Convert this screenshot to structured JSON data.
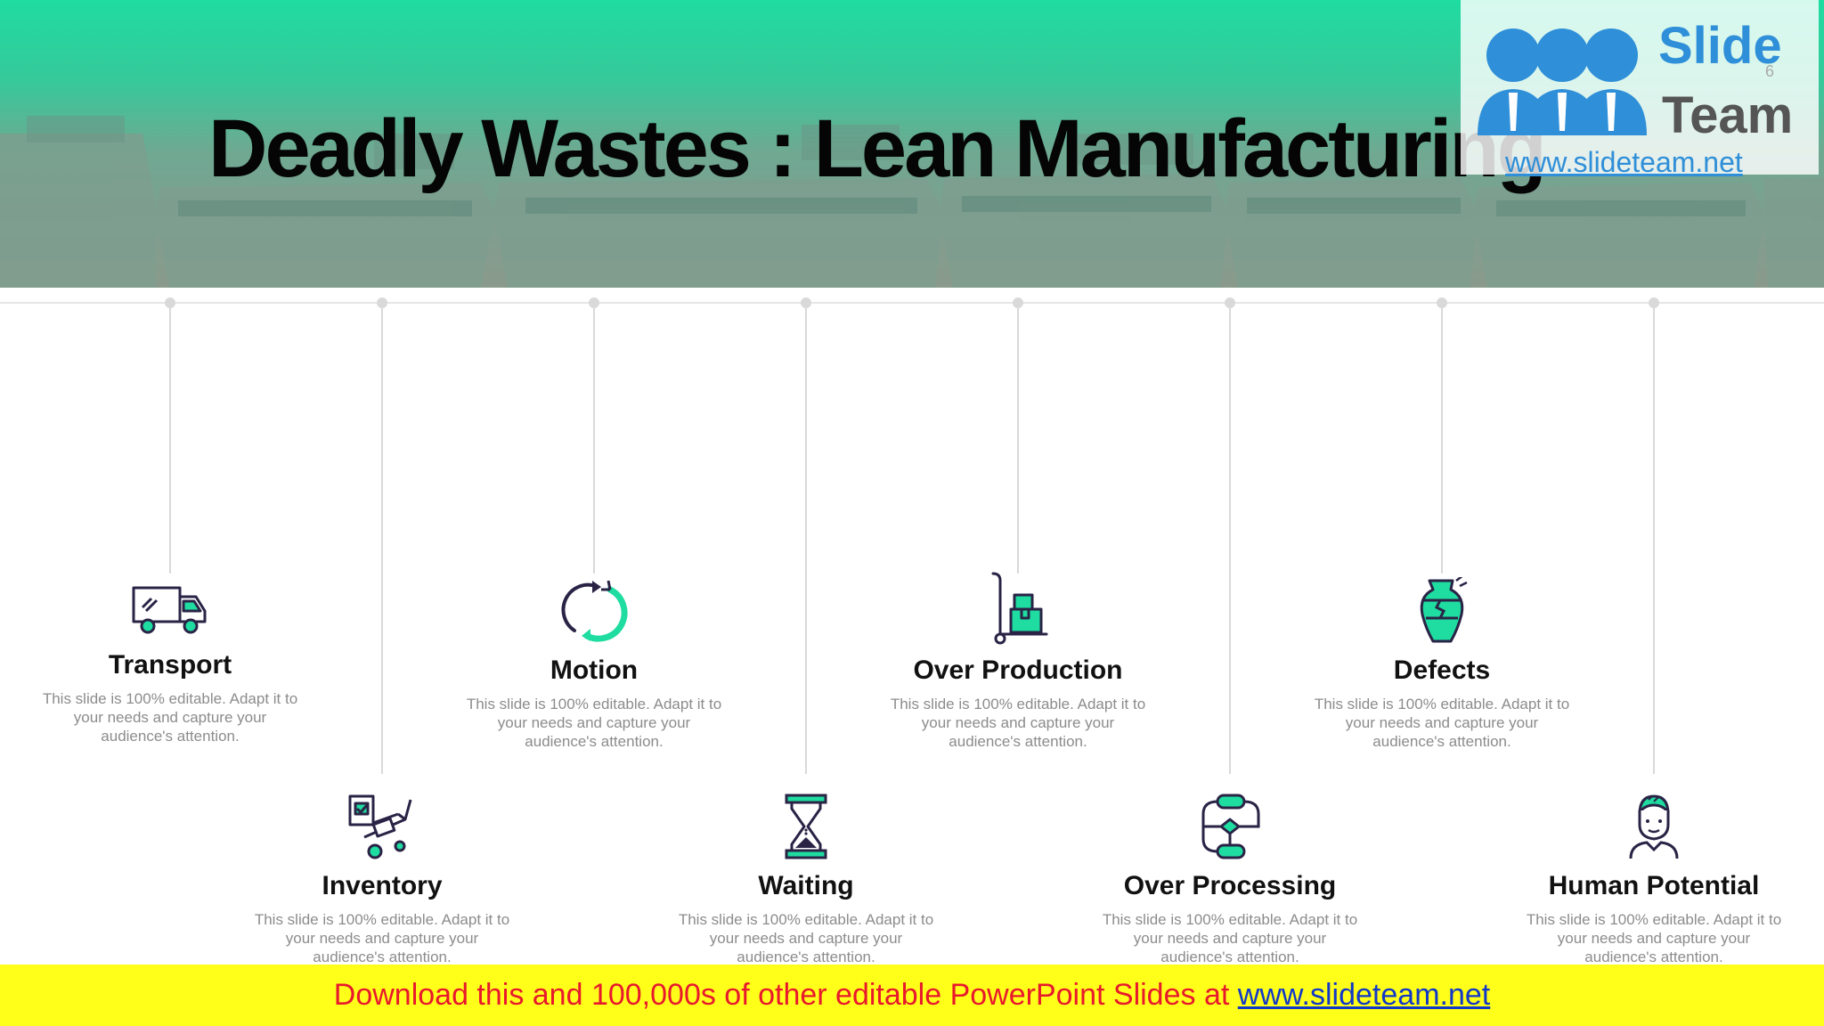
{
  "slide": {
    "title": "Deadly Wastes : Lean Manufacturing",
    "page_number": "6"
  },
  "logo": {
    "line1": "Slide",
    "line2": "Team",
    "url": "www.slideteam.net"
  },
  "colors": {
    "accent": "#1fdca0",
    "icon_stroke": "#2a2346",
    "banner_bg": "#ffff1a",
    "banner_text": "#e8192c",
    "banner_link": "#1238c8",
    "logo_blue": "#2f8fd8"
  },
  "items": [
    {
      "title": "Transport",
      "icon": "truck-icon",
      "desc": "This slide is 100% editable. Adapt it to your needs and capture your audience's attention."
    },
    {
      "title": "Inventory",
      "icon": "inventory-cart-icon",
      "desc": "This slide is 100% editable. Adapt it to your needs and capture your audience's attention."
    },
    {
      "title": "Motion",
      "icon": "circular-arrows-icon",
      "desc": "This slide is 100% editable. Adapt it to your needs and capture your audience's attention."
    },
    {
      "title": "Waiting",
      "icon": "hourglass-icon",
      "desc": "This slide is 100% editable. Adapt it to your needs and capture your audience's attention."
    },
    {
      "title": "Over Production",
      "icon": "hand-truck-icon",
      "desc": "This slide is 100% editable. Adapt it to your needs and capture your audience's attention."
    },
    {
      "title": "Over Processing",
      "icon": "flowchart-icon",
      "desc": "This slide is 100% editable. Adapt it to your needs and capture your audience's attention."
    },
    {
      "title": "Defects",
      "icon": "broken-vase-icon",
      "desc": "This slide is 100% editable. Adapt it to your needs and capture your audience's attention."
    },
    {
      "title": "Human Potential",
      "icon": "person-icon",
      "desc": "This slide is 100% editable. Adapt it to your needs and capture your audience's attention."
    }
  ],
  "banner": {
    "text": "Download this and 100,000s of other editable PowerPoint Slides at ",
    "link": "www.slideteam.net"
  }
}
